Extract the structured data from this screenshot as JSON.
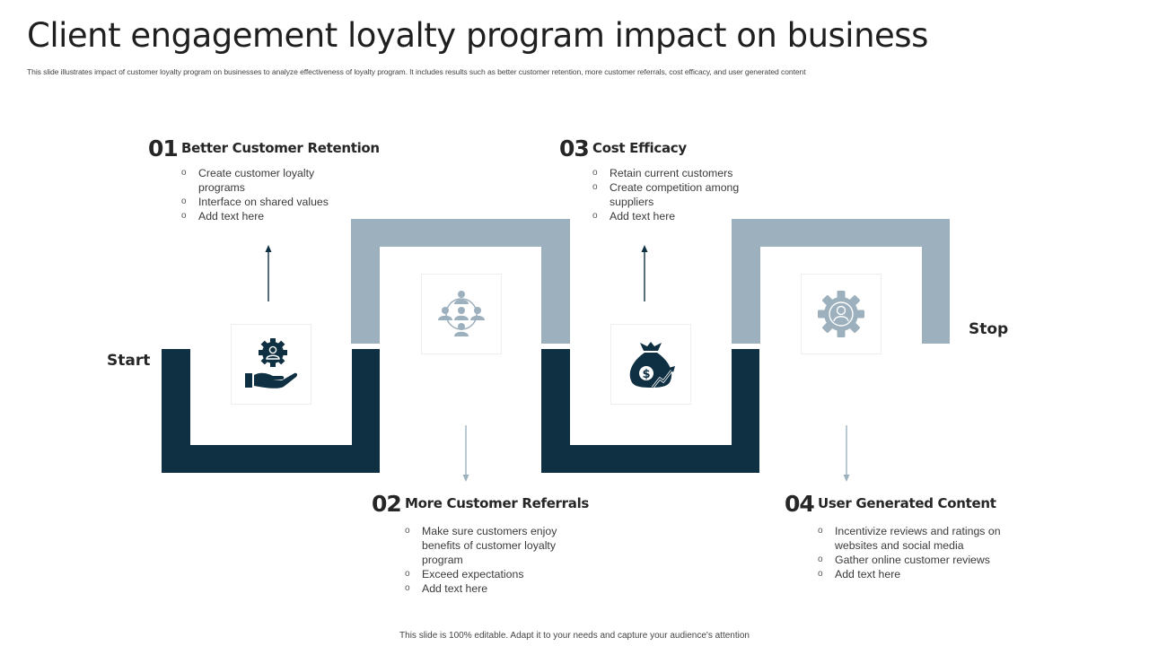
{
  "header": {
    "title": "Client engagement loyalty program impact on business",
    "subtitle": "This slide illustrates impact of customer loyalty program  on businesses to analyze effectiveness of loyalty program. It includes results such as better customer retention, more customer referrals, cost efficacy, and user generated content"
  },
  "labels": {
    "start": "Start",
    "stop": "Stop"
  },
  "colors": {
    "dark": "#0f3042",
    "light": "#9db0bd",
    "text": "#262626"
  },
  "steps": [
    {
      "number": "01",
      "title": "Better Customer Retention",
      "icon": "hand-gear-user-icon",
      "bullets": [
        "Create customer loyalty programs",
        "Interface on shared values",
        "Add text here"
      ]
    },
    {
      "number": "02",
      "title": "More Customer Referrals",
      "icon": "user-network-icon",
      "bullets": [
        "Make sure customers enjoy benefits of customer loyalty program",
        "Exceed expectations",
        "Add text here"
      ]
    },
    {
      "number": "03",
      "title": "Cost Efficacy",
      "icon": "money-bag-growth-icon",
      "bullets": [
        "Retain current customers",
        "Create competition among suppliers",
        "Add text here"
      ]
    },
    {
      "number": "04",
      "title": "User Generated Content",
      "icon": "gear-user-icon",
      "bullets": [
        "Incentivize reviews  and ratings on websites and social media",
        "Gather online customer reviews",
        "Add text here"
      ]
    }
  ],
  "footer": {
    "text": "This slide is 100% editable.  Adapt it to your needs and capture your audience's attention"
  }
}
